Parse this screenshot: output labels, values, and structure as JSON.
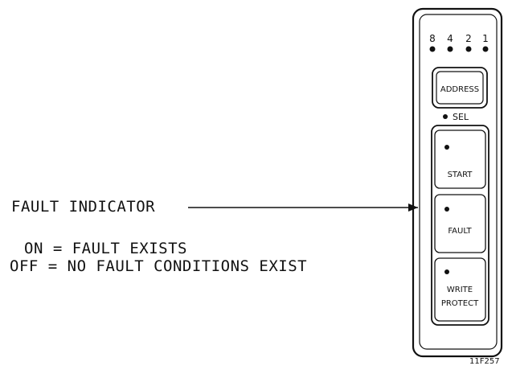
{
  "callout": {
    "label": "FAULT INDICATOR",
    "on_text": "ON = FAULT EXISTS",
    "off_text": "OFF = NO FAULT CONDITIONS EXIST"
  },
  "panel": {
    "address_bits": [
      "8",
      "4",
      "2",
      "1"
    ],
    "address_button": "ADDRESS",
    "sel_label": "SEL",
    "start_button": "START",
    "fault_button": "FAULT",
    "write_protect_line1": "WRITE",
    "write_protect_line2": "PROTECT"
  },
  "figure_id": "11F257"
}
